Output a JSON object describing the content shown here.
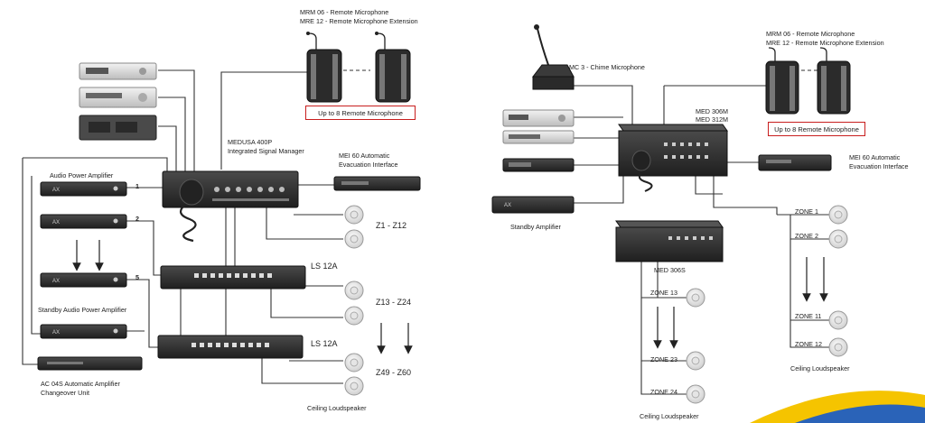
{
  "left": {
    "remote_mic_line1": "MRM 06 - Remote Microphone",
    "remote_mic_line2": "MRE 12 - Remote Microphone Extension",
    "up_to_8": "Up to 8 Remote Microphone",
    "medusa_line1": "MEDUSA 400P",
    "medusa_line2": "Integrated Signal Manager",
    "mei_line1": "MEI 60 Automatic",
    "mei_line2": "Evacuation Interface",
    "audio_power_amp": "Audio Power Amplifier",
    "amp_num_1": "1",
    "amp_num_2": "2",
    "amp_num_5": "5",
    "standby_amp": "Standby Audio Power Amplifier",
    "changeover_line1": "AC 04S Automatic Amplifier",
    "changeover_line2": "Changeover Unit",
    "ls_a": "LS 12A",
    "ls_b": "LS 12A",
    "zone_a": "Z1  -  Z12",
    "zone_b": "Z13  -  Z24",
    "zone_c": "Z49  -  Z60",
    "ceiling": "Ceiling Loudspeaker"
  },
  "right": {
    "chime_mic": "MC 3 - Chime Microphone",
    "remote_mic_line1": "MRM 06 - Remote Microphone",
    "remote_mic_line2": "MRE 12 - Remote Microphone Extension",
    "up_to_8": "Up to 8 Remote Microphone",
    "med_line1": "MED 306M",
    "med_line2": "MED 312M",
    "mei_line1": "MEI 60 Automatic",
    "mei_line2": "Evacuation Interface",
    "standby_amp": "Standby Amplifier",
    "med_306s": "MED 306S",
    "zone_1": "ZONE 1",
    "zone_2": "ZONE 2",
    "zone_11": "ZONE 11",
    "zone_12": "ZONE 12",
    "zone_13": "ZONE 13",
    "zone_23": "ZONE 23",
    "zone_24": "ZONE 24",
    "ceiling_right": "Ceiling Loudspeaker",
    "ceiling_mid": "Ceiling Loudspeaker"
  },
  "colors": {
    "accent_red": "#c81e1e",
    "device_dark": "#2b2b2b",
    "wire": "#333333",
    "brand_yellow": "#f5c400",
    "brand_blue": "#2a63b8"
  }
}
